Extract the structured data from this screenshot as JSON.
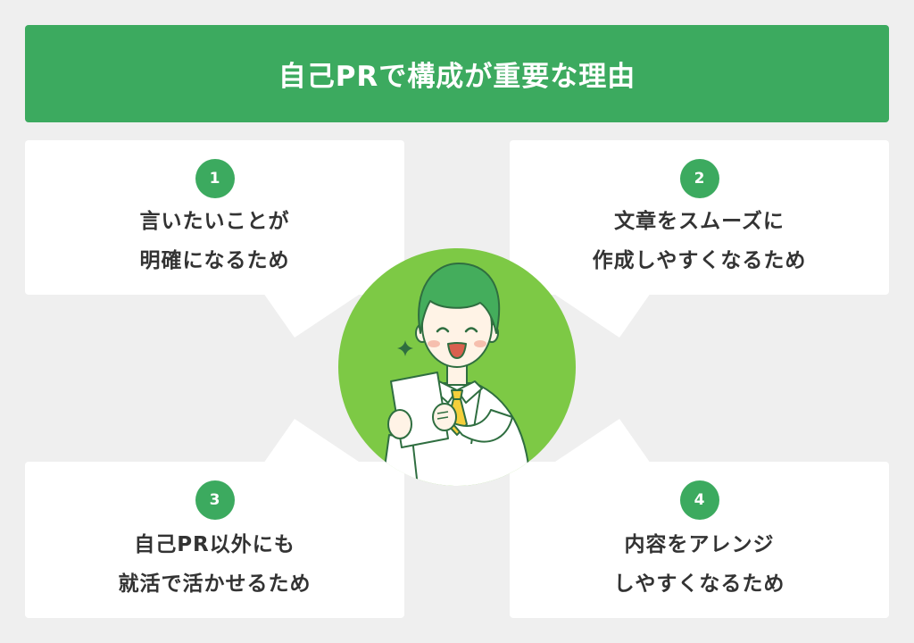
{
  "title": "自己PRで構成が重要な理由",
  "reasons": [
    {
      "number": "1",
      "lines": [
        "言いたいことが",
        "明確になるため"
      ]
    },
    {
      "number": "2",
      "lines": [
        "文章をスムーズに",
        "作成しやすくなるため"
      ]
    },
    {
      "number": "3",
      "lines": [
        "自己PR以外にも",
        "就活で活かせるため"
      ]
    },
    {
      "number": "4",
      "lines": [
        "内容をアレンジ",
        "しやすくなるため"
      ]
    }
  ],
  "illustration": {
    "icon": "smiling-person-holding-document-icon",
    "accent_icon": "sparkle-icon"
  },
  "colors": {
    "background": "#efefef",
    "banner": "#3caa5f",
    "badge": "#3caa5f",
    "center_circle": "#7dc945",
    "hair": "#44ad5c",
    "tie": "#f4cf3b",
    "text": "#333333"
  }
}
